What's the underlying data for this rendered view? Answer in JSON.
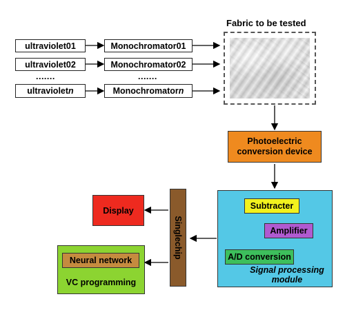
{
  "sources": [
    "ultraviolet01",
    "ultraviolet02",
    ".......",
    "ultraviolet"
  ],
  "source_n_suffix": "n",
  "monochromators": [
    "Monochromator01",
    "Monochromator02",
    ".......",
    "Monochromator"
  ],
  "monochromator_n_suffix": "n",
  "fabric_label": "Fabric to be tested",
  "photoelectric": "Photoelectric conversion device",
  "signal_module": {
    "subtracter": "Subtracter",
    "amplifier": "Amplifier",
    "ad_conversion": "A/D conversion",
    "label": "Signal processing module"
  },
  "singlechip": "Singlechip",
  "display": "Display",
  "vc_group": {
    "neural_network": "Neural network",
    "vc_programming": "VC programming"
  },
  "colors": {
    "photoelectric": "#ef8a1f",
    "signal_module": "#54c8e6",
    "subtracter": "#f2f21e",
    "amplifier": "#b05ad0",
    "ad_conversion": "#3dbf5c",
    "singlechip": "#8a5a2b",
    "display": "#ee2a1f",
    "vc_group": "#8cd431",
    "neural_network": "#c58b3f"
  }
}
